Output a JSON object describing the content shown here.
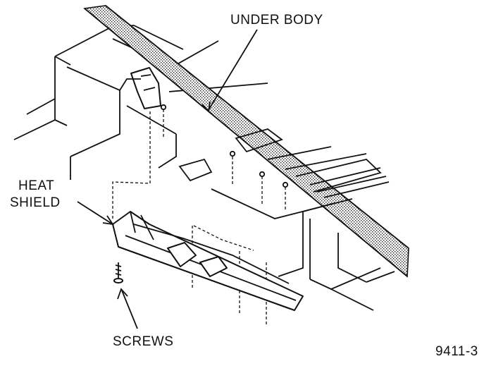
{
  "labels": {
    "under_body": "UNDER BODY",
    "heat_shield_line1": "HEAT",
    "heat_shield_line2": "SHIELD",
    "screws": "SCREWS",
    "figure_number": "9411-3"
  }
}
